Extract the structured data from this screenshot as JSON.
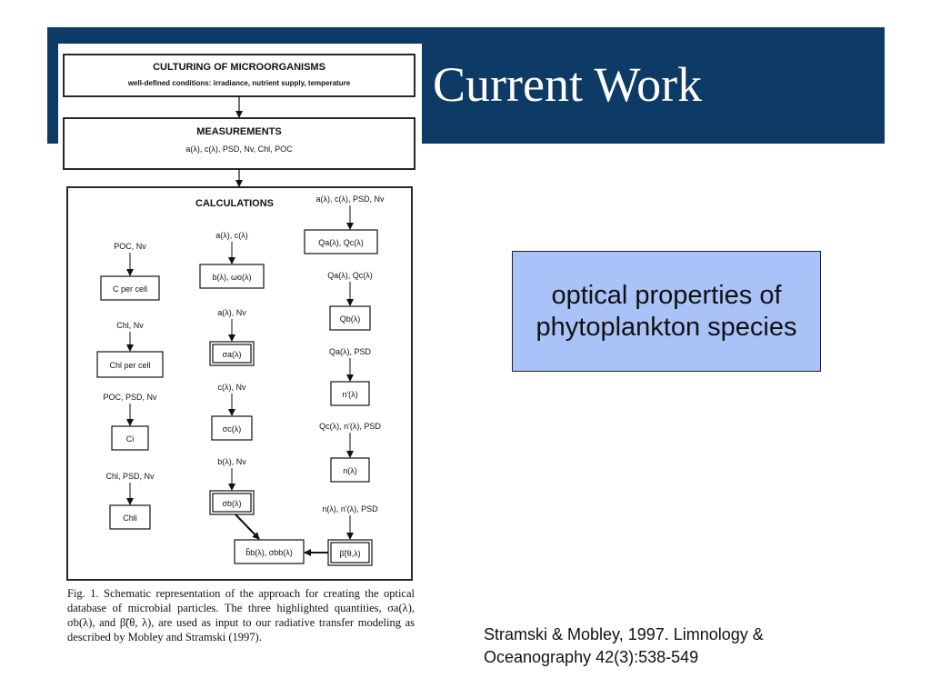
{
  "slide": {
    "title": "Current Work",
    "callout": "optical properties of phytoplankton species",
    "citation_line1": "Stramski & Mobley, 1997. Limnology &",
    "citation_line2": "Oceanography 42(3):538-549"
  },
  "colors": {
    "banner": "#0e3a66",
    "callout_bg": "#a9c2f7"
  },
  "figure": {
    "culturing_title": "CULTURING OF MICROORGANISMS",
    "culturing_subtitle": "well-defined conditions:  irradiance, nutrient supply, temperature",
    "measurements_title": "MEASUREMENTS",
    "measurements_list": "a(λ), c(λ), PSD, Nv, Chl, POC",
    "calculations_title": "CALCULATIONS",
    "col1": [
      {
        "input": "POC, Nv",
        "box": "C per cell"
      },
      {
        "input": "Chl, Nv",
        "box": "Chl per cell"
      },
      {
        "input": "POC, PSD, Nv",
        "box": "Ci"
      },
      {
        "input": "Chl, PSD, Nv",
        "box": "Chli"
      }
    ],
    "col2": [
      {
        "input": "a(λ), c(λ)",
        "box": "b(λ), ωo(λ)"
      },
      {
        "input": "a(λ), Nv",
        "box": "σa(λ)"
      },
      {
        "input": "c(λ), Nv",
        "box": "σc(λ)"
      },
      {
        "input": "b(λ), Nv",
        "box": "σb(λ)"
      }
    ],
    "col3": [
      {
        "input": "a(λ), c(λ), PSD, Nv",
        "box": "Qa(λ),  Qc(λ)"
      },
      {
        "input": "Qa(λ), Qc(λ)",
        "box": "Qb(λ)"
      },
      {
        "input": "Qa(λ), PSD",
        "box": "n'(λ)"
      },
      {
        "input": "Qc(λ), n'(λ), PSD",
        "box": "n(λ)"
      },
      {
        "input": "n(λ), n'(λ), PSD",
        "box": "β̃(θ,λ)"
      }
    ],
    "bottom_box": "b̃b(λ), σbb(λ)",
    "caption": "Fig. 1.   Schematic representation of the approach for creating the optical database of microbial particles. The three highlighted quantities, σa(λ), σb(λ), and β̃(θ, λ), are used as input to our radiative transfer modeling as described by Mobley and Stramski (1997)."
  }
}
